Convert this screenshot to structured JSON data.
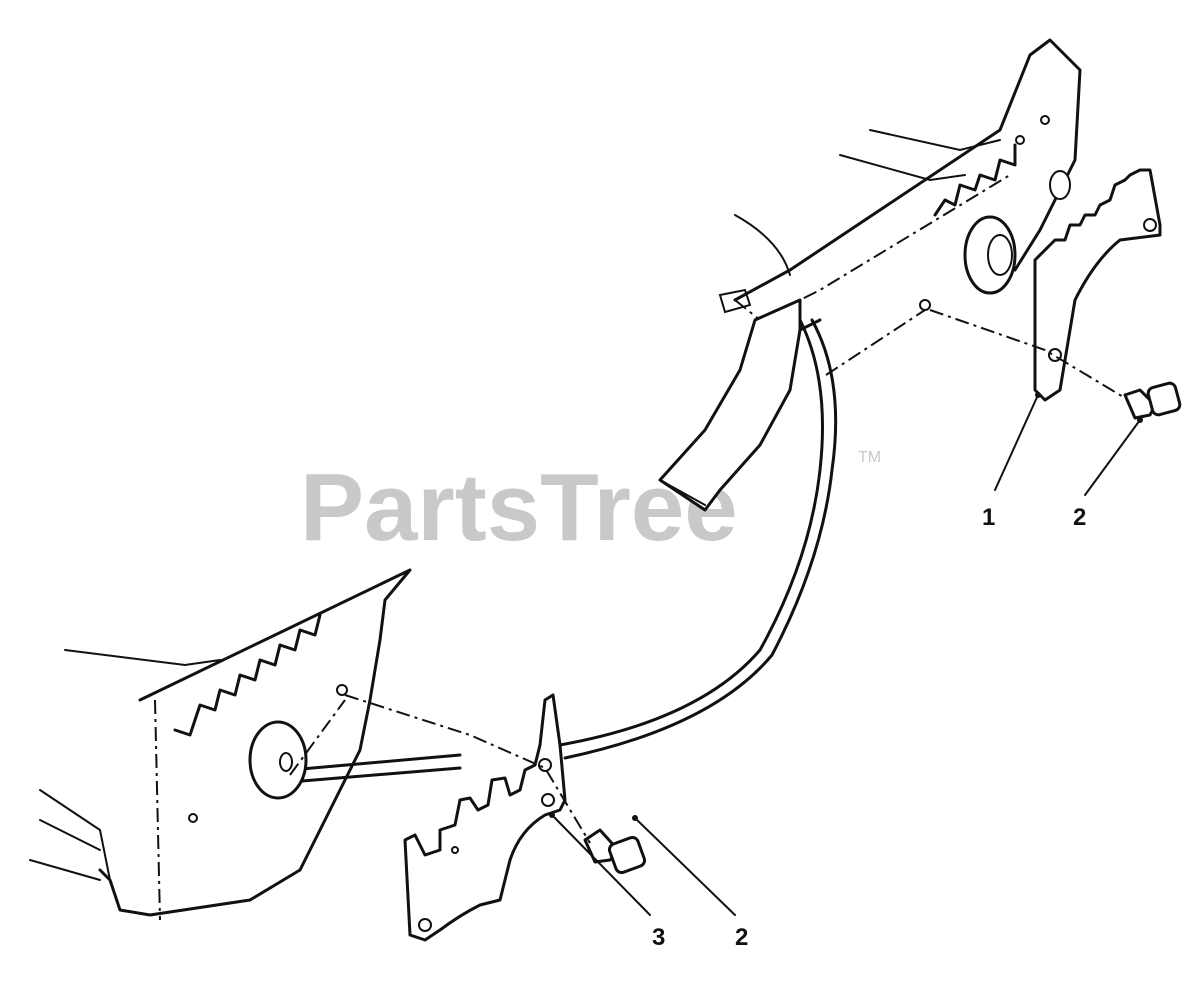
{
  "watermark": {
    "brand": "PartsTree",
    "trademark": "TM"
  },
  "callouts": [
    {
      "id": "callout-1",
      "label": "1"
    },
    {
      "id": "callout-2-upper",
      "label": "2"
    },
    {
      "id": "callout-3",
      "label": "3"
    },
    {
      "id": "callout-2-lower",
      "label": "2"
    }
  ],
  "colors": {
    "line": "#111111",
    "watermark": "#c9c9c9",
    "background": "#ffffff"
  }
}
